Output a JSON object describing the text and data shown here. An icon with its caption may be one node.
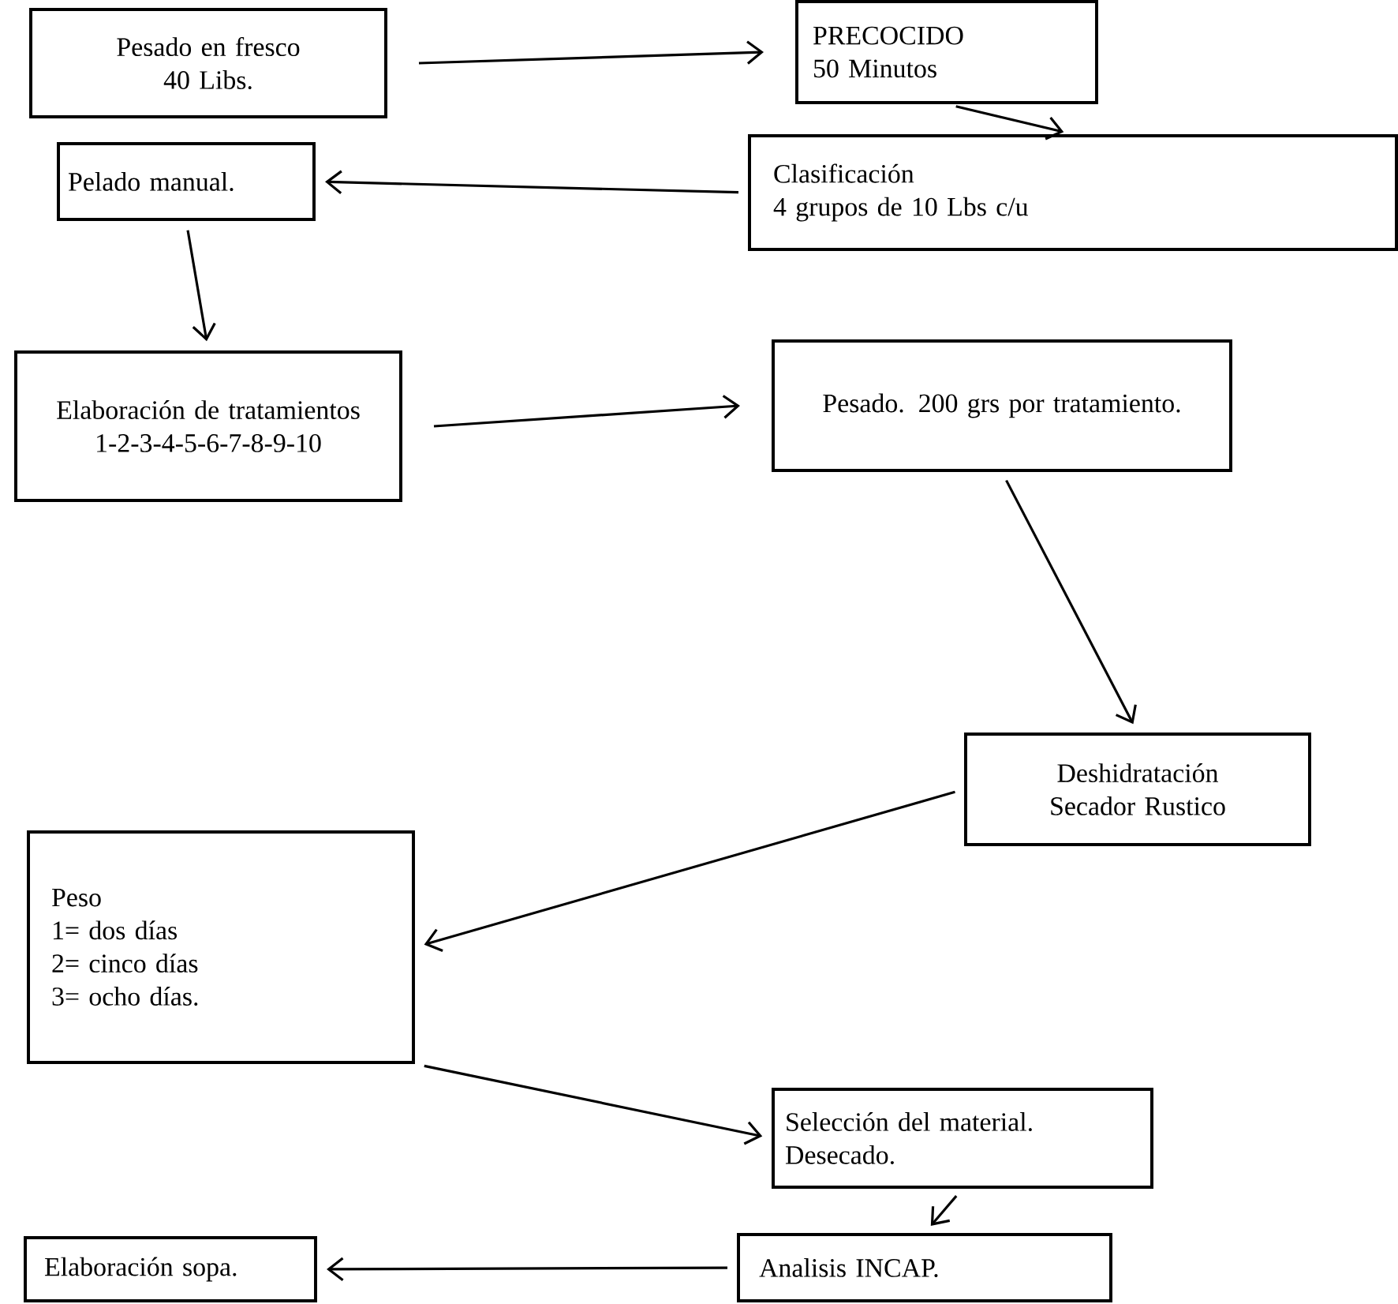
{
  "diagram": {
    "nodes": [
      {
        "text": [
          "Pesado en fresco",
          "40 Libs."
        ]
      },
      {
        "text": [
          "PRECOCIDO",
          "50 Minutos"
        ]
      },
      {
        "text": [
          "Pelado manual."
        ]
      },
      {
        "text": [
          "Clasificación",
          "4 grupos de 10 Lbs c/u"
        ]
      },
      {
        "text": [
          "Elaboración de tratamientos",
          "1-2-3-4-5-6-7-8-9-10"
        ]
      },
      {
        "text": [
          "Pesado. 200 grs por tratamiento."
        ]
      },
      {
        "text": [
          "Deshidratación",
          "Secador Rustico"
        ]
      },
      {
        "text": [
          "Peso",
          "1= dos días",
          "2= cinco días",
          "3= ocho días."
        ]
      },
      {
        "text": [
          "Selección del material.",
          "Desecado."
        ]
      },
      {
        "text": [
          "Elaboración sopa."
        ]
      },
      {
        "text": [
          "Analisis INCAP."
        ]
      }
    ],
    "edges": [
      {
        "from": 0,
        "to": 1,
        "arrow": "to"
      },
      {
        "from": 1,
        "to": 3,
        "arrow": "to"
      },
      {
        "from": 3,
        "to": 2,
        "arrow": "to"
      },
      {
        "from": 2,
        "to": 4,
        "arrow": "to"
      },
      {
        "from": 4,
        "to": 5,
        "arrow": "to"
      },
      {
        "from": 5,
        "to": 6,
        "arrow": "to"
      },
      {
        "from": 6,
        "to": 7,
        "arrow": "to"
      },
      {
        "from": 7,
        "to": 8,
        "arrow": "to"
      },
      {
        "from": 8,
        "to": 10,
        "arrow": "to"
      },
      {
        "from": 10,
        "to": 9,
        "arrow": "to"
      }
    ]
  }
}
